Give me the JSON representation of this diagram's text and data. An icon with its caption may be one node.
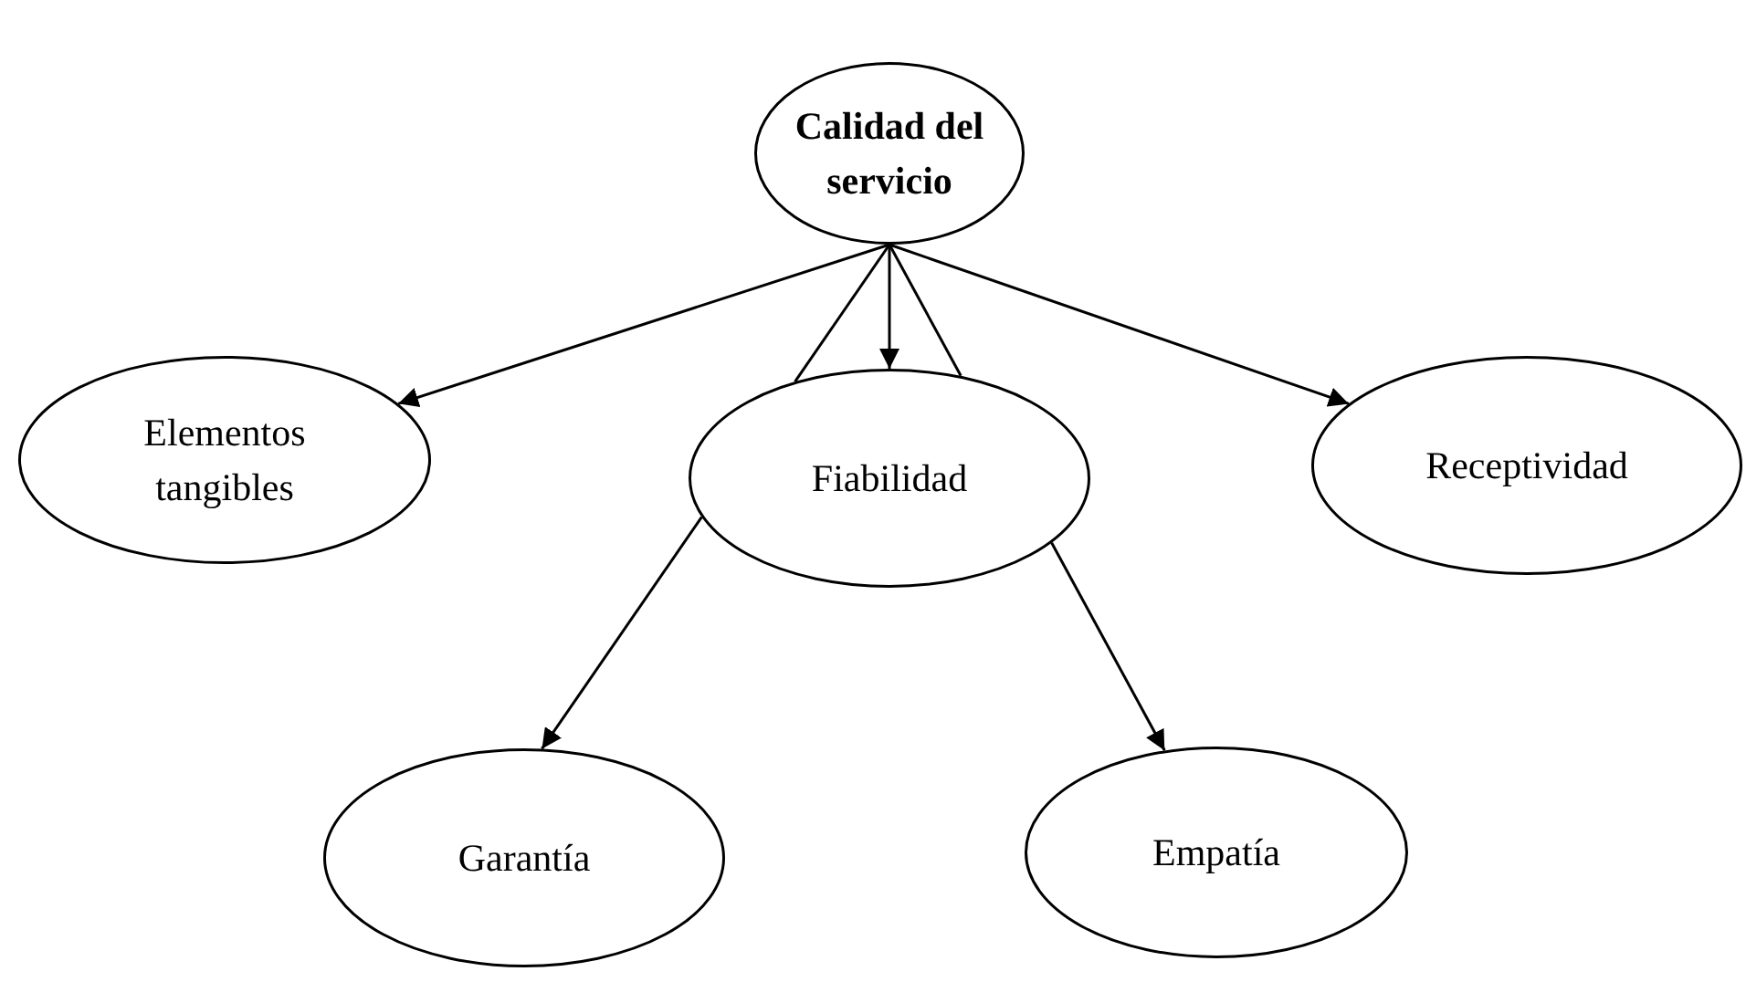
{
  "diagram": {
    "nodes": [
      {
        "text": [
          "Calidad del servicio"
        ]
      },
      {
        "text": [
          "Elementos tangibles"
        ]
      },
      {
        "text": [
          "Fiabilidad"
        ]
      },
      {
        "text": [
          "Receptividad"
        ]
      },
      {
        "text": [
          "Garantía"
        ]
      },
      {
        "text": [
          "Empatía"
        ]
      }
    ],
    "edges": [
      {
        "from": 0,
        "to": 1,
        "arrow": "to"
      },
      {
        "from": 0,
        "to": 2,
        "arrow": "to"
      },
      {
        "from": 0,
        "to": 3,
        "arrow": "to"
      },
      {
        "from": 0,
        "to": 2,
        "arrow": "none"
      },
      {
        "from": 0,
        "to": 2,
        "arrow": "none"
      },
      {
        "from": 2,
        "to": 4,
        "arrow": "to"
      },
      {
        "from": 2,
        "to": 5,
        "arrow": "to"
      }
    ]
  }
}
